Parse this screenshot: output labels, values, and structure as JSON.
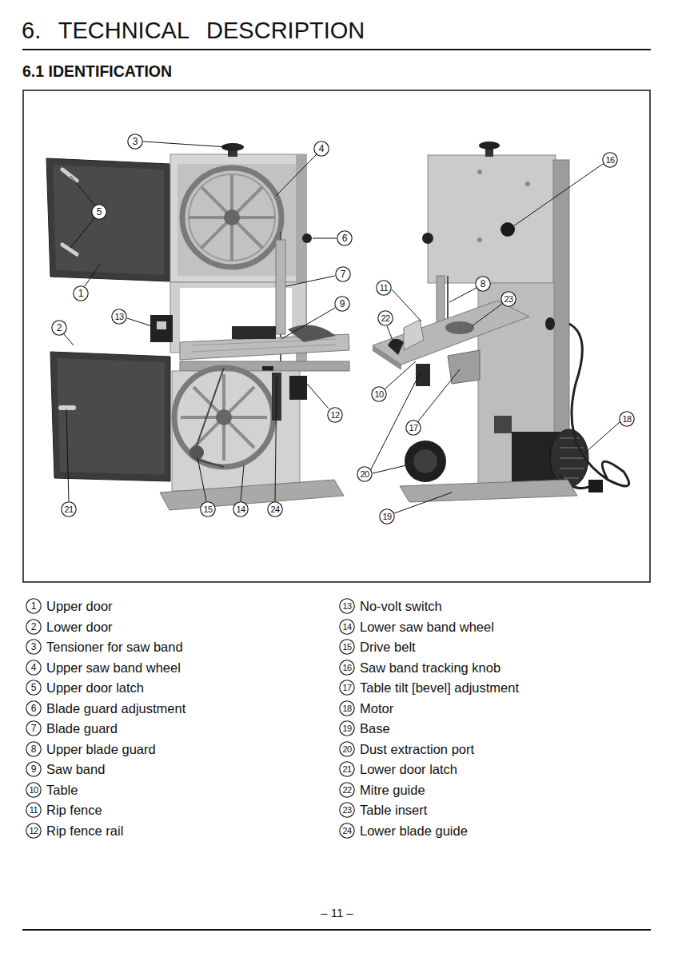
{
  "diagram": {
    "title": "6. TECHNICAL DESCRIPTION",
    "nodes": [
      {
        "text": [
          "3"
        ]
      },
      {
        "text": [
          "4"
        ]
      },
      {
        "text": [
          "16"
        ]
      },
      {
        "text": [
          "5"
        ]
      },
      {
        "text": [
          "6"
        ]
      },
      {
        "text": [
          "7"
        ]
      },
      {
        "text": [
          "1"
        ]
      },
      {
        "text": [
          "8"
        ]
      },
      {
        "text": [
          "11"
        ]
      },
      {
        "text": [
          "23"
        ]
      },
      {
        "text": [
          "9"
        ]
      },
      {
        "text": [
          "13"
        ]
      },
      {
        "text": [
          "22"
        ]
      },
      {
        "text": [
          "2"
        ]
      },
      {
        "text": [
          "10"
        ]
      },
      {
        "text": [
          "12"
        ]
      },
      {
        "text": [
          "18"
        ]
      },
      {
        "text": [
          "17"
        ]
      },
      {
        "text": [
          "20"
        ]
      },
      {
        "text": [
          "21"
        ]
      },
      {
        "text": [
          "15"
        ]
      },
      {
        "text": [
          "14"
        ]
      },
      {
        "text": [
          "24"
        ]
      },
      {
        "text": [
          "19"
        ]
      },
      {
        "text": [
          "1",
          "Upper door"
        ]
      },
      {
        "text": [
          "2",
          "Lower door"
        ]
      },
      {
        "text": [
          "3",
          "Tensioner for saw band"
        ]
      },
      {
        "text": [
          "4",
          "Upper saw band wheel"
        ]
      },
      {
        "text": [
          "5",
          "Upper door latch"
        ]
      },
      {
        "text": [
          "6",
          "Blade guard adjustment"
        ]
      },
      {
        "text": [
          "7",
          "Blade guard"
        ]
      },
      {
        "text": [
          "8",
          "Upper blade guard"
        ]
      },
      {
        "text": [
          "9",
          "Saw band"
        ]
      },
      {
        "text": [
          "10",
          "Table"
        ]
      },
      {
        "text": [
          "11",
          "Rip fence"
        ]
      },
      {
        "text": [
          "12",
          "Rip fence rail"
        ]
      },
      {
        "text": [
          "13",
          "No-volt switch"
        ]
      },
      {
        "text": [
          "14",
          "Lower saw band wheel"
        ]
      },
      {
        "text": [
          "15",
          "Drive belt"
        ]
      },
      {
        "text": [
          "16",
          "Saw band tracking knob"
        ]
      },
      {
        "text": [
          "17",
          "Table tilt [bevel] adjustment"
        ]
      },
      {
        "text": [
          "18",
          "Motor"
        ]
      },
      {
        "text": [
          "19",
          "Base"
        ]
      },
      {
        "text": [
          "20",
          "Dust extraction port"
        ]
      },
      {
        "text": [
          "21",
          "Lower door latch"
        ]
      },
      {
        "text": [
          "22",
          "Mitre guide"
        ]
      },
      {
        "text": [
          "23",
          "Table insert"
        ]
      },
      {
        "text": [
          "24",
          "Lower blade guide"
        ]
      }
    ],
    "labels": [
      "6.1 IDENTIFICATION",
      "– 11 –"
    ]
  }
}
